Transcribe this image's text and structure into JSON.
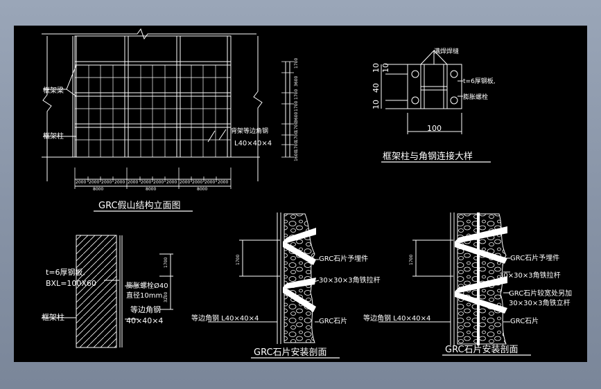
{
  "drawing": {
    "elevation": {
      "title": "GRC假山结构立面图",
      "label_beam": "框架梁",
      "label_column": "框架柱",
      "label_angle_1": "背架等边角钢",
      "label_angle_2": "L40×40×4",
      "dims_right": [
        "1700",
        "3600",
        "1700",
        "1700",
        "3600",
        "1700",
        "1700",
        "1700",
        "1600"
      ],
      "dims_bottom_small": [
        "2000",
        "2000",
        "2000",
        "2000",
        "2000",
        "2000",
        "2000",
        "2000",
        "2000",
        "2000",
        "2000",
        "2000"
      ],
      "dims_bottom_large": [
        "8000",
        "8000",
        "8000"
      ]
    },
    "detail": {
      "title": "框架柱与角钢连接大样",
      "label_weld": "满焊焊缝",
      "label_plate": "t=6厚钢板,",
      "label_bolt": "膨胀螺栓",
      "dim_top": "10",
      "dim_mid": "40",
      "dim_low": "10",
      "dim_vert": "10",
      "dim_width": "100"
    },
    "column_section": {
      "label_plate_1": "t=6厚钢板,",
      "label_plate_2": "BXL=100X60",
      "label_bolt_1": "膨胀螺栓Ø40",
      "label_bolt_2": "直径10mm.",
      "label_angle_1": "等边角钢",
      "label_angle_2": "40×40×4",
      "label_column": "框架柱",
      "dim_1": "1700",
      "dim_2": "3200"
    },
    "section_a": {
      "title": "GRC石片安装剖面",
      "label_embed": "GRC石片予埋件",
      "label_rod": "30×30×3角铁拉杆",
      "label_angle": "等边角钢 L40×40×4",
      "label_stone": "GRC石片",
      "dim": "1700"
    },
    "section_b": {
      "title": "GRC石片安装剖面",
      "label_embed": "GRC石片予埋件",
      "label_rod": "30×30×3角铁拉杆",
      "label_extra_1": "GRC石片较宽处另加",
      "label_extra_2": "30×30×3角铁立杆",
      "label_angle": "等边角钢 L40×40×4",
      "label_stone": "GRC石片",
      "dim": "1700"
    },
    "colors": {
      "background": "#000000",
      "lines": "#ffffff",
      "frame": "#8a96a8"
    }
  }
}
